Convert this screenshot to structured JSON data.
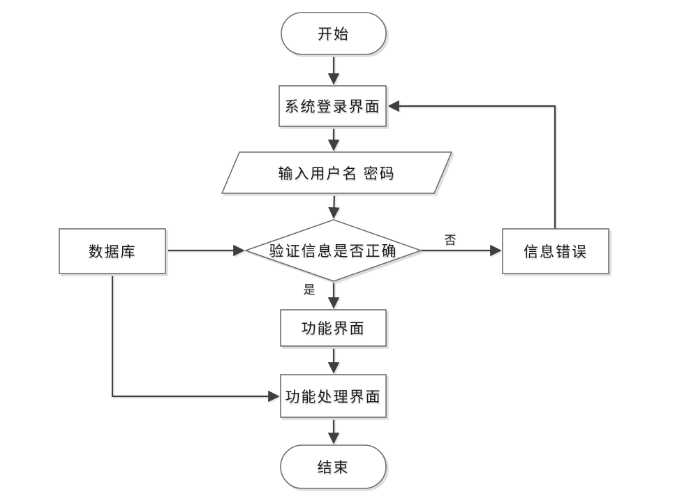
{
  "diagram": {
    "title": "system-login-flowchart",
    "nodes": {
      "start": "开始",
      "login": "系统登录界面",
      "input": "输入用户名 密码",
      "decision": "验证信息是否正确",
      "database": "数据库",
      "error": "信息错误",
      "function": "功能界面",
      "process": "功能处理界面",
      "end": "结束"
    },
    "edge_labels": {
      "yes": "是",
      "no": "否"
    },
    "colors": {
      "background": "#ffffff",
      "shape_stroke": "#6e6e6e",
      "connector": "#3f3f3f",
      "text": "#181818",
      "shadow": "#dedede"
    }
  }
}
